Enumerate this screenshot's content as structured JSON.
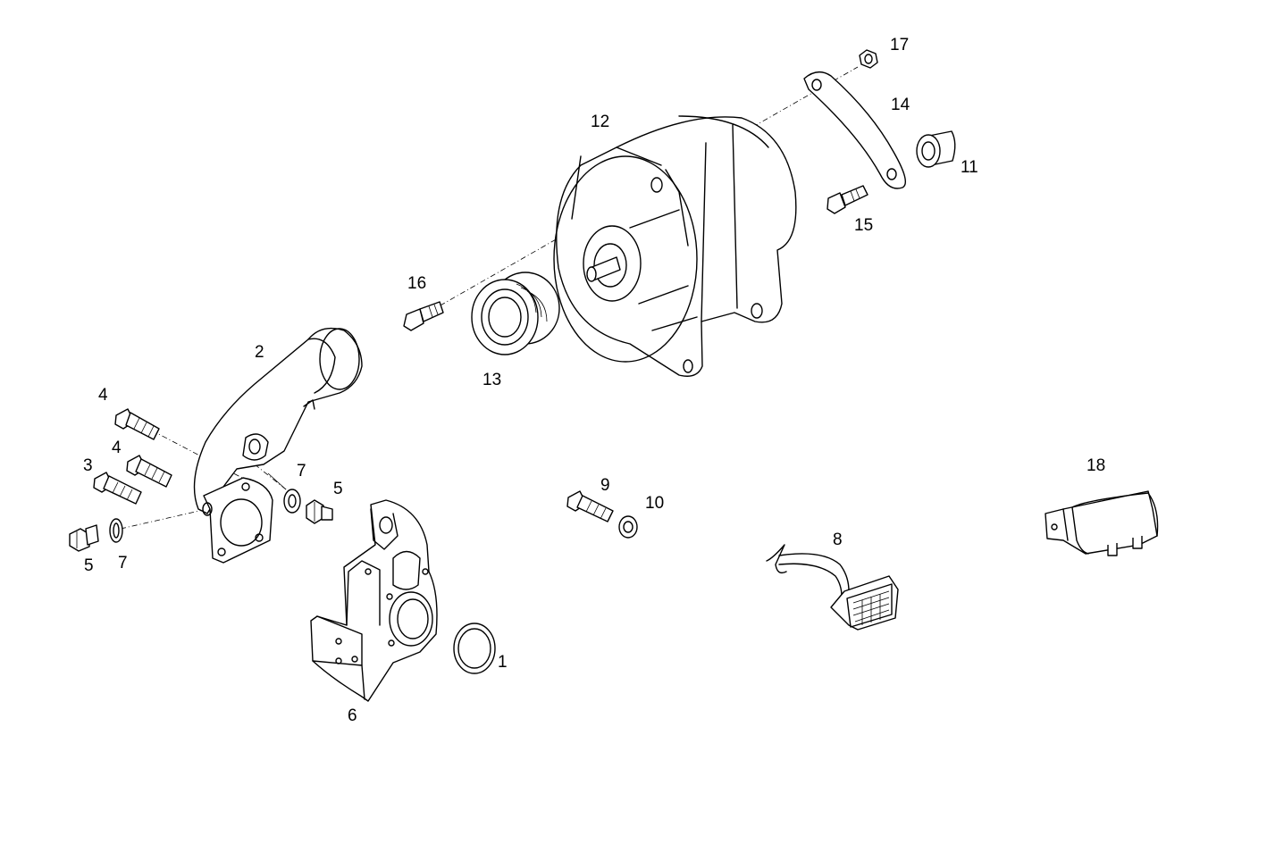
{
  "diagram": {
    "type": "exploded-parts-view",
    "line_color": "#000000",
    "background": "#ffffff",
    "callouts": {
      "p1": "1",
      "p2": "2",
      "p3": "3",
      "p4a": "4",
      "p4b": "4",
      "p5a": "5",
      "p5b": "5",
      "p6": "6",
      "p7a": "7",
      "p7b": "7",
      "p8": "8",
      "p9": "9",
      "p10": "10",
      "p11": "11",
      "p12": "12",
      "p13": "13",
      "p14": "14",
      "p15": "15",
      "p16": "16",
      "p17": "17",
      "p18": "18"
    }
  }
}
